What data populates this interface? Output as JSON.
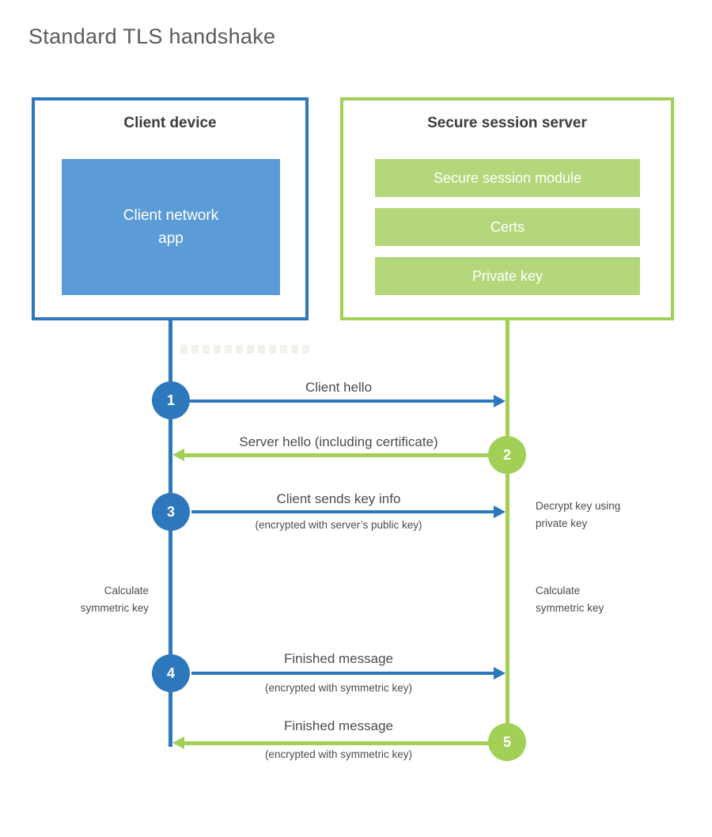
{
  "title": "Standard TLS handshake",
  "colors": {
    "blue": "#2d78bd",
    "blue_fill": "#5c9cd6",
    "green": "#a2cf56",
    "green_fill": "#b5d77b",
    "ink": "#3b3c3e",
    "gray": "#4b4c4e",
    "title_color": "#595a5e"
  },
  "client": {
    "title": "Client device",
    "app": "Client network\napp"
  },
  "server": {
    "title": "Secure session server",
    "modules": [
      "Secure session module",
      "Certs",
      "Private key"
    ]
  },
  "messages": [
    {
      "num": "1",
      "label": "Client hello",
      "sub": ""
    },
    {
      "num": "2",
      "label": "Server hello (including certificate)",
      "sub": ""
    },
    {
      "num": "3",
      "label": "Client sends key info",
      "sub": "(encrypted with server’s public key)"
    },
    {
      "num": "4",
      "label": "Finished message",
      "sub": "(encrypted with symmetric key)"
    },
    {
      "num": "5",
      "label": "Finished message",
      "sub": "(encrypted with symmetric key)"
    }
  ],
  "notes": {
    "decrypt": "Decrypt key using\nprivate key",
    "calc_left": "Calculate\nsymmetric key",
    "calc_right": "Calculate\nsymmetric key"
  }
}
